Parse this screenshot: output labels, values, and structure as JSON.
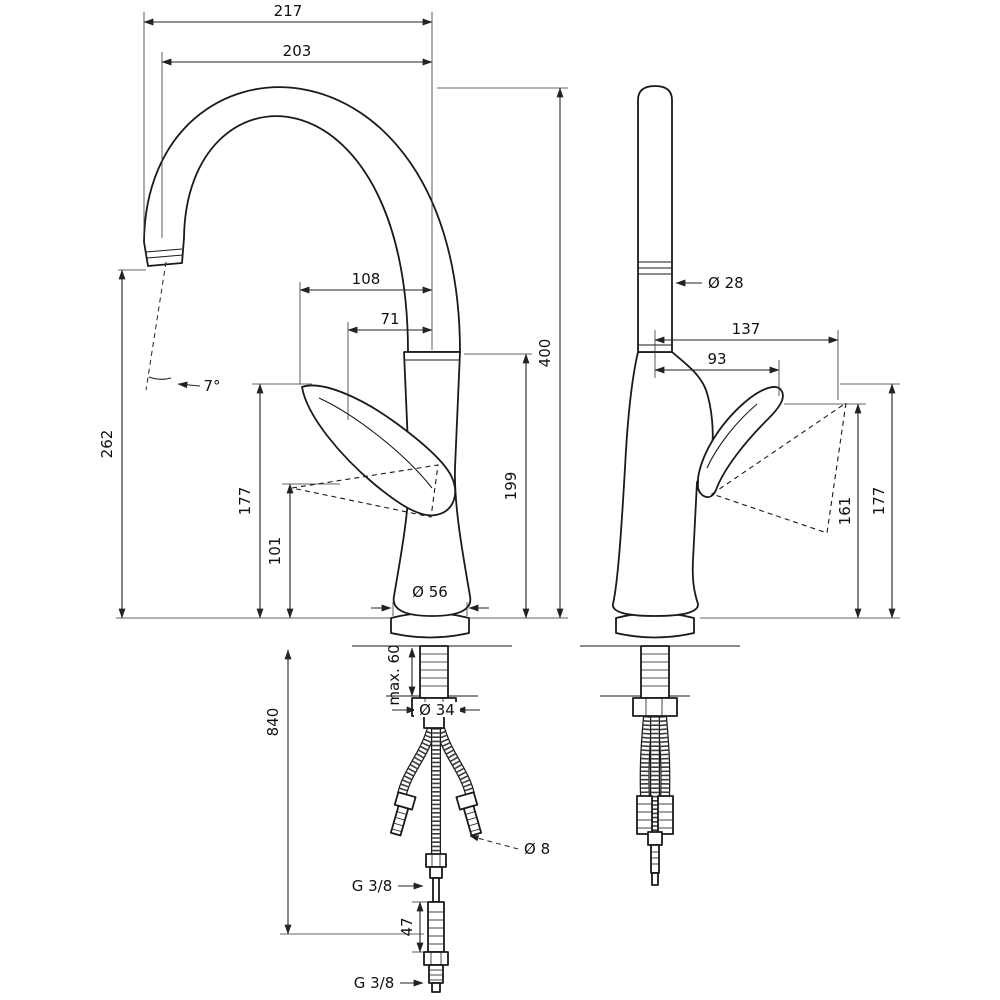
{
  "colors": {
    "line": "#1a1a1a",
    "background": "#ffffff"
  },
  "dims": {
    "front": {
      "overall_width": "217",
      "spout_reach": "203",
      "handle_tip_offset": "108",
      "handle_offset": "71",
      "overall_height": "400",
      "outlet_height": "262",
      "handle_tip_height": "177",
      "handle_base_height": "101",
      "body_height": "199",
      "base_diameter": "Ø 56",
      "spout_angle": "7°"
    },
    "side": {
      "spout_diameter": "Ø 28",
      "handle_reach_max": "137",
      "handle_reach": "93",
      "handle_height": "161",
      "handle_height_max": "177"
    },
    "installation": {
      "hose_length": "840",
      "counter_thickness_max": "max. 60",
      "tap_hole_diameter": "Ø 34",
      "hose_diameter": "Ø 8",
      "supply_thread": "G 3/8",
      "connector_length": "47",
      "supply_thread_bottom": "G 3/8"
    }
  }
}
